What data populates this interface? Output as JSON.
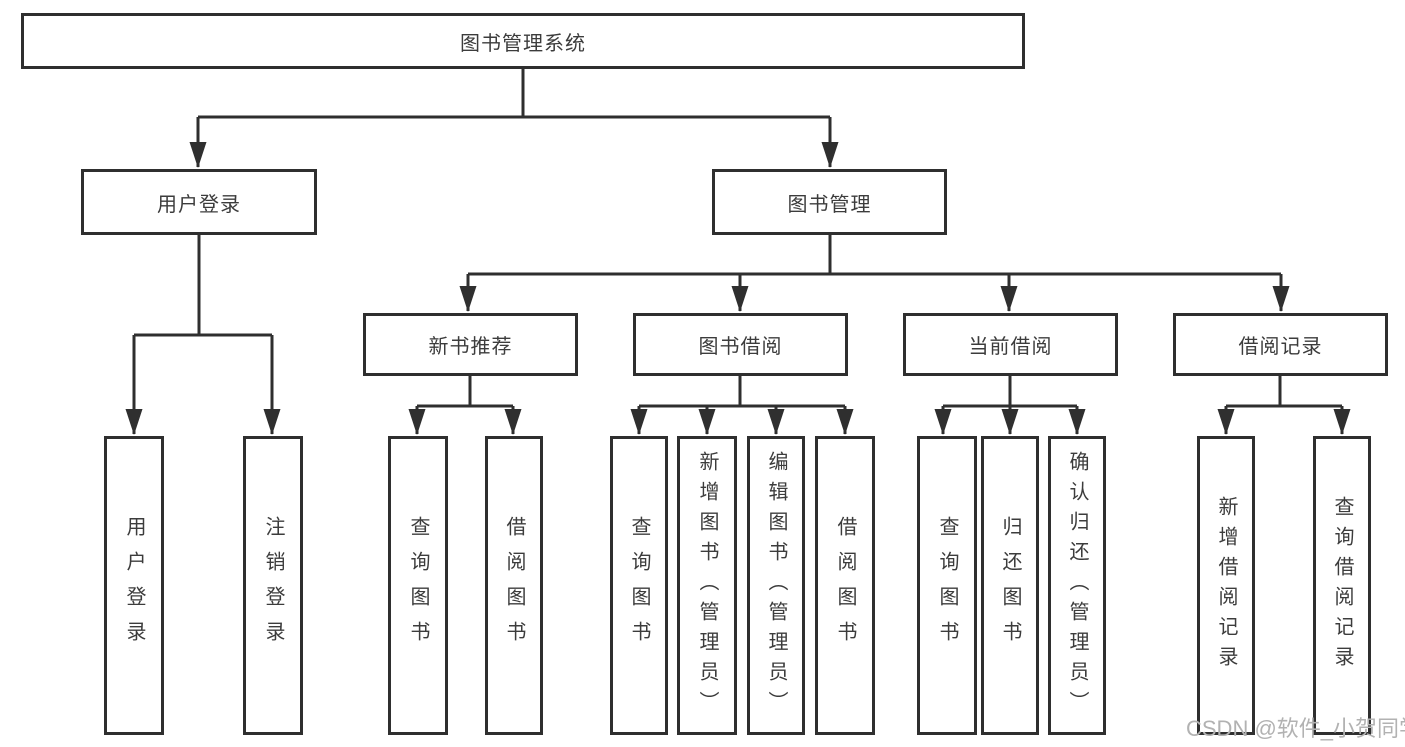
{
  "tree": {
    "root": "图书管理系统",
    "children": [
      {
        "label": "用户登录",
        "children": [
          "用户登录",
          "注销登录"
        ]
      },
      {
        "label": "图书管理",
        "children": [
          {
            "label": "新书推荐",
            "children": [
              "查询图书",
              "借阅图书"
            ]
          },
          {
            "label": "图书借阅",
            "children": [
              "查询图书",
              "新增图书（管理员）",
              "编辑图书（管理员）",
              "借阅图书"
            ]
          },
          {
            "label": "当前借阅",
            "children": [
              "查询图书",
              "归还图书",
              "确认归还（管理员）"
            ]
          },
          {
            "label": "借阅记录",
            "children": [
              "新增借阅记录",
              "查询借阅记录"
            ]
          }
        ]
      }
    ]
  },
  "watermark": {
    "text": "CSDN @软件_小贺同学"
  },
  "colors": {
    "line": "#2f2f2f",
    "text": "#3c3c3c",
    "watermark_text": "#b2b2b2",
    "background": "#ffffff"
  }
}
